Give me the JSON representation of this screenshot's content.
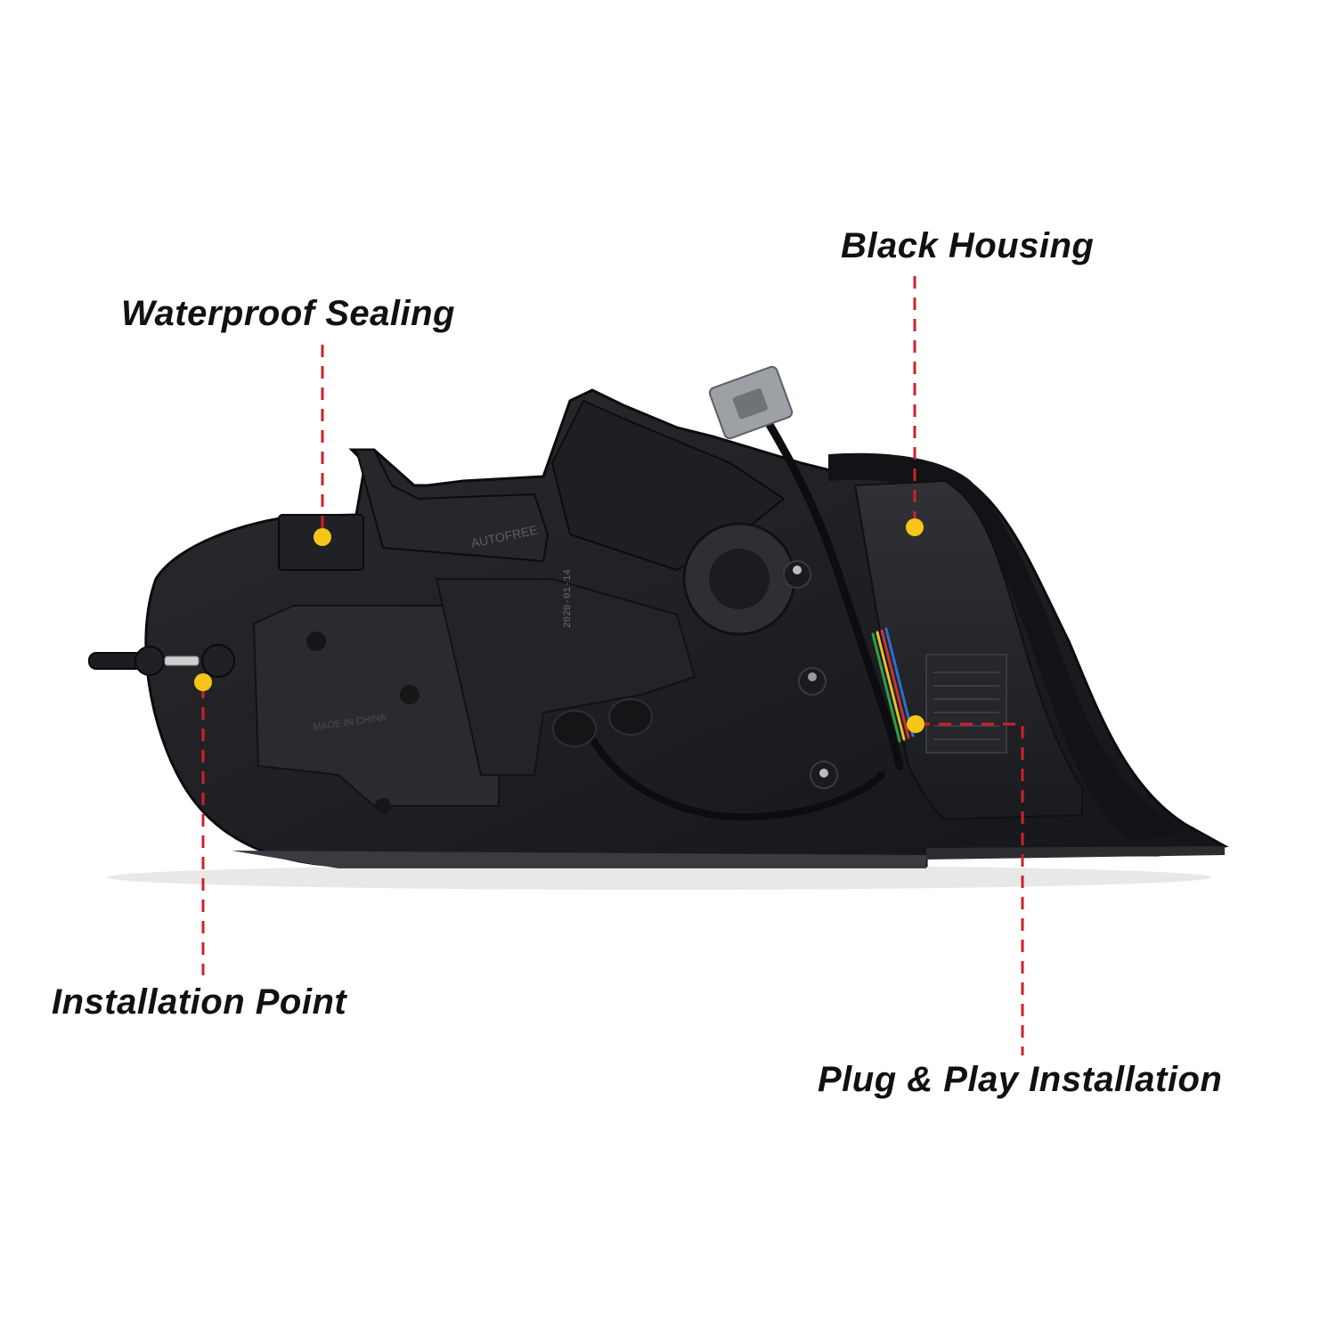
{
  "callouts": {
    "waterproof_sealing": "Waterproof Sealing",
    "black_housing": "Black Housing",
    "installation_point": "Installation Point",
    "plug_and_play": "Plug & Play Installation"
  },
  "product_marks": {
    "brand_watermark": "AUTOFREE",
    "date_stamp": "2020-01-14",
    "origin_stamp": "MADE IN CHINA"
  },
  "colors": {
    "leader_line": "#d0202a",
    "marker_dot": "#f5c518",
    "housing": "#1c1d20"
  }
}
